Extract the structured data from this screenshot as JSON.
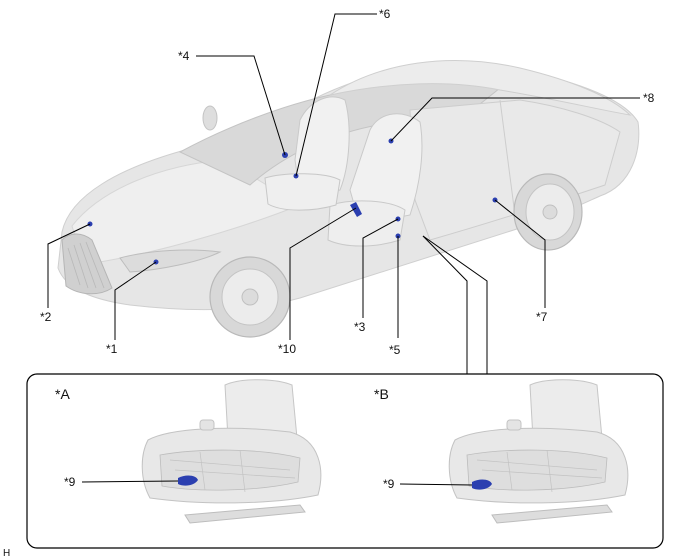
{
  "callouts": {
    "c1": "*1",
    "c2": "*2",
    "c3": "*3",
    "c4": "*4",
    "c5": "*5",
    "c6": "*6",
    "c7": "*7",
    "c8": "*8",
    "c10": "*10",
    "c9_a": "*9",
    "c9_b": "*9"
  },
  "insets": {
    "a_label": "*A",
    "b_label": "*B"
  },
  "footer": {
    "code": "H"
  },
  "colors": {
    "part": "#2b3fb0",
    "body": "#e4e4e4",
    "line": "#000000"
  }
}
